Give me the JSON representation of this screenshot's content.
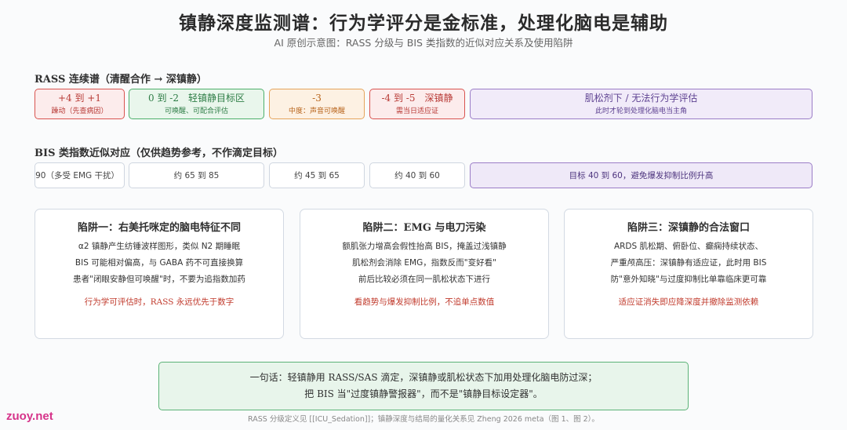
{
  "header": {
    "title": "镇静深度监测谱：行为学评分是金标准，处理化脑电是辅助",
    "subtitle": "AI 原创示意图：RASS 分级与 BIS 类指数的近似对应关系及使用陷阱"
  },
  "rass_section": {
    "label": "RASS 连续谱（清醒合作 → 深镇静）",
    "items": [
      {
        "range": "+4 到 +1",
        "desc": "躁动（先查病因）"
      },
      {
        "range": "0 到 -2　轻镇静目标区",
        "desc": "可唤醒、可配合评估"
      },
      {
        "range": "-3",
        "desc": "中度：声音可唤醒"
      },
      {
        "range": "-4 到 -5　深镇静",
        "desc": "需当日适应证"
      },
      {
        "range": "肌松剂下 / 无法行为学评估",
        "desc": "此时才轮到处理化脑电当主角"
      }
    ]
  },
  "bis_section": {
    "label": "BIS 类指数近似对应（仅供趋势参考，不作滴定目标）",
    "items": [
      "> 90（多受 EMG 干扰）",
      "约 65 到 85",
      "约 45 到 65",
      "约 40 到 60",
      "目标 40 到 60，避免爆发抑制比例升高"
    ]
  },
  "pitfalls": [
    {
      "title": "陷阱一：右美托咪定的脑电特征不同",
      "lines": [
        "α2 镇静产生纺锤波样图形，类似 N2 期睡眠",
        "BIS 可能相对偏高，与 GABA 药不可直接换算",
        "患者\"闭眼安静但可唤醒\"时，不要为追指数加药"
      ],
      "note": "行为学可评估时，RASS 永远优先于数字"
    },
    {
      "title": "陷阱二：EMG 与电刀污染",
      "lines": [
        "额肌张力增高会假性抬高 BIS，掩盖过浅镇静",
        "肌松剂会消除 EMG，指数反而\"变好看\"",
        "前后比较必须在同一肌松状态下进行"
      ],
      "note": "看趋势与爆发抑制比例，不追单点数值"
    },
    {
      "title": "陷阱三：深镇静的合法窗口",
      "lines": [
        "ARDS 肌松期、俯卧位、癫痫持续状态、",
        "严重颅高压：深镇静有适应证，此时用 BIS",
        "防\"意外知晓\"与过度抑制比单靠临床更可靠"
      ],
      "note": "适应证消失即应降深度并撤除监测依赖"
    }
  ],
  "summary": {
    "line1": "一句话：轻镇静用 RASS/SAS 滴定，深镇静或肌松状态下加用处理化脑电防过深；",
    "line2": "把 BIS 当\"过度镇静警报器\"，而不是\"镇静目标设定器\"。"
  },
  "footnote": "RASS 分级定义见 [[ICU_Sedation]]；镇静深度与结局的量化关系见 Zheng 2026 meta（图 1、图 2）。",
  "watermark": "zuoy.net"
}
